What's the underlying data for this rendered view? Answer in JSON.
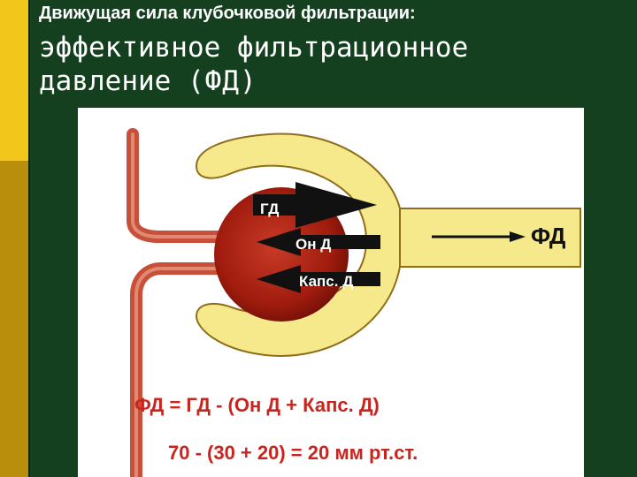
{
  "title": {
    "line1": "Движущая сила клубочковой фильтрации:",
    "line2": "эффективное фильтрационное",
    "line3_main": "давление",
    "line3_suffix": "(ФД)"
  },
  "diagram": {
    "labels": {
      "gd": "ГД",
      "onc": "Он Д",
      "caps": "Капс. Д",
      "fd": "ФД"
    },
    "colors": {
      "capsule": "#f6e98c",
      "capsule_outline": "#8f6d1a",
      "glomerulus": "#a82010",
      "vessel": "#c8503a",
      "formula": "#c8251e"
    }
  },
  "formula": {
    "equation": "ФД = ГД - (Он Д + Капс. Д)",
    "calculation": "70 - (30  + 20) = 20 мм рт.ст."
  }
}
